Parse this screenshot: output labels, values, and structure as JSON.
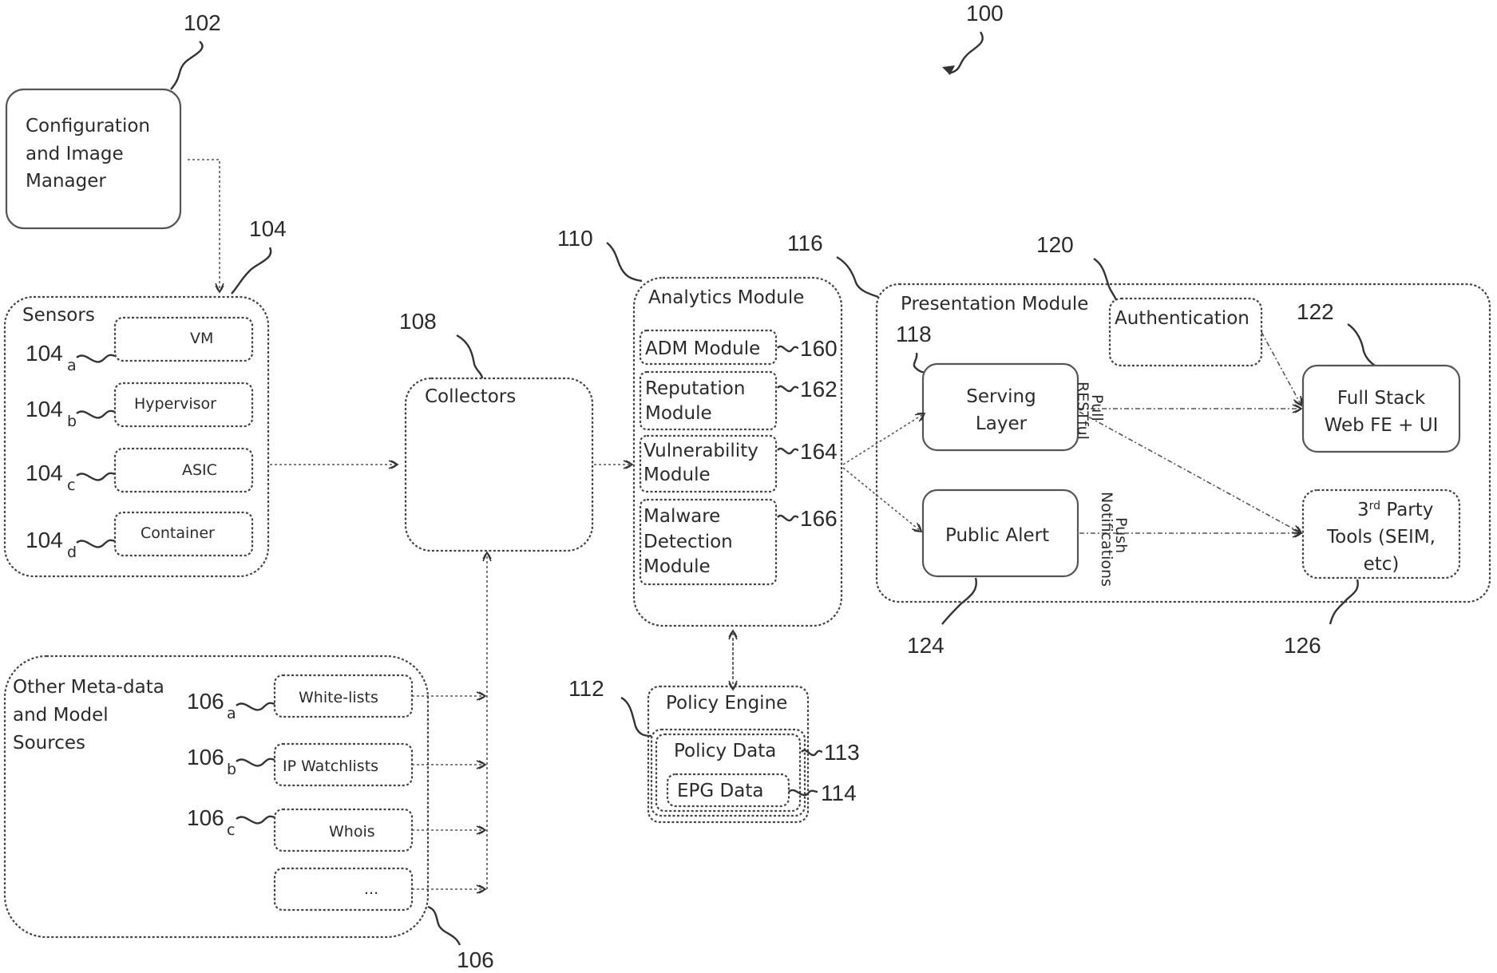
{
  "figure_ref": "100",
  "config_manager": {
    "ref": "102",
    "lines": [
      "Configuration",
      "and Image",
      "Manager"
    ]
  },
  "sensors": {
    "ref": "104",
    "title": "Sensors",
    "items": [
      {
        "ref": "104",
        "sub": "a",
        "label": "VM"
      },
      {
        "ref": "104",
        "sub": "b",
        "label": "Hypervisor"
      },
      {
        "ref": "104",
        "sub": "c",
        "label": "ASIC"
      },
      {
        "ref": "104",
        "sub": "d",
        "label": "Container"
      }
    ]
  },
  "metadata_sources": {
    "ref": "106",
    "lines": [
      "Other Meta-data",
      "and Model",
      "Sources"
    ],
    "items": [
      {
        "ref": "106",
        "sub": "a",
        "label": "White-lists"
      },
      {
        "ref": "106",
        "sub": "b",
        "label": "IP  Watchlists"
      },
      {
        "ref": "106",
        "sub": "c",
        "label": "Whois"
      },
      {
        "ref": "",
        "sub": "",
        "label": "..."
      }
    ]
  },
  "collectors": {
    "ref": "108",
    "title": "Collectors"
  },
  "analytics": {
    "ref": "110",
    "title": "Analytics Module",
    "modules": [
      {
        "ref": "160",
        "lines": [
          "ADM Module"
        ]
      },
      {
        "ref": "162",
        "lines": [
          "Reputation",
          "Module"
        ]
      },
      {
        "ref": "164",
        "lines": [
          "Vulnerability",
          "Module"
        ]
      },
      {
        "ref": "166",
        "lines": [
          "Malware",
          "Detection",
          "Module"
        ]
      }
    ]
  },
  "policy_engine": {
    "ref": "112",
    "title": "Policy Engine",
    "policy_data": {
      "ref": "113",
      "label": "Policy Data"
    },
    "epg_data": {
      "ref": "114",
      "label": "EPG Data"
    }
  },
  "presentation": {
    "ref": "116",
    "title": "Presentation Module",
    "serving_layer": {
      "ref": "118",
      "lines": [
        "Serving",
        "Layer"
      ]
    },
    "authentication": {
      "ref": "120",
      "label": "Authentication"
    },
    "full_stack": {
      "ref": "122",
      "lines": [
        "Full Stack",
        "Web FE + UI"
      ]
    },
    "public_alert": {
      "ref": "124",
      "label": "Public Alert"
    },
    "third_party": {
      "ref": "126",
      "line1": "3",
      "sup": "rd",
      "line1_rest": " Party",
      "lines": [
        "Tools (SEIM,",
        "etc)"
      ]
    },
    "pull_label": [
      "Pull",
      "RESTful"
    ],
    "push_label": [
      "Push",
      "Notifications"
    ]
  }
}
